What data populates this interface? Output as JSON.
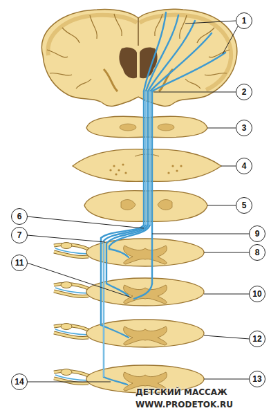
{
  "diagram": {
    "labels": [
      "1",
      "2",
      "3",
      "4",
      "5",
      "6",
      "7",
      "8",
      "9",
      "10",
      "11",
      "12",
      "13",
      "14",
      "ДЕТСКИЙ МАССАЖ",
      "WWW.PRODETOK.RU"
    ]
  }
}
